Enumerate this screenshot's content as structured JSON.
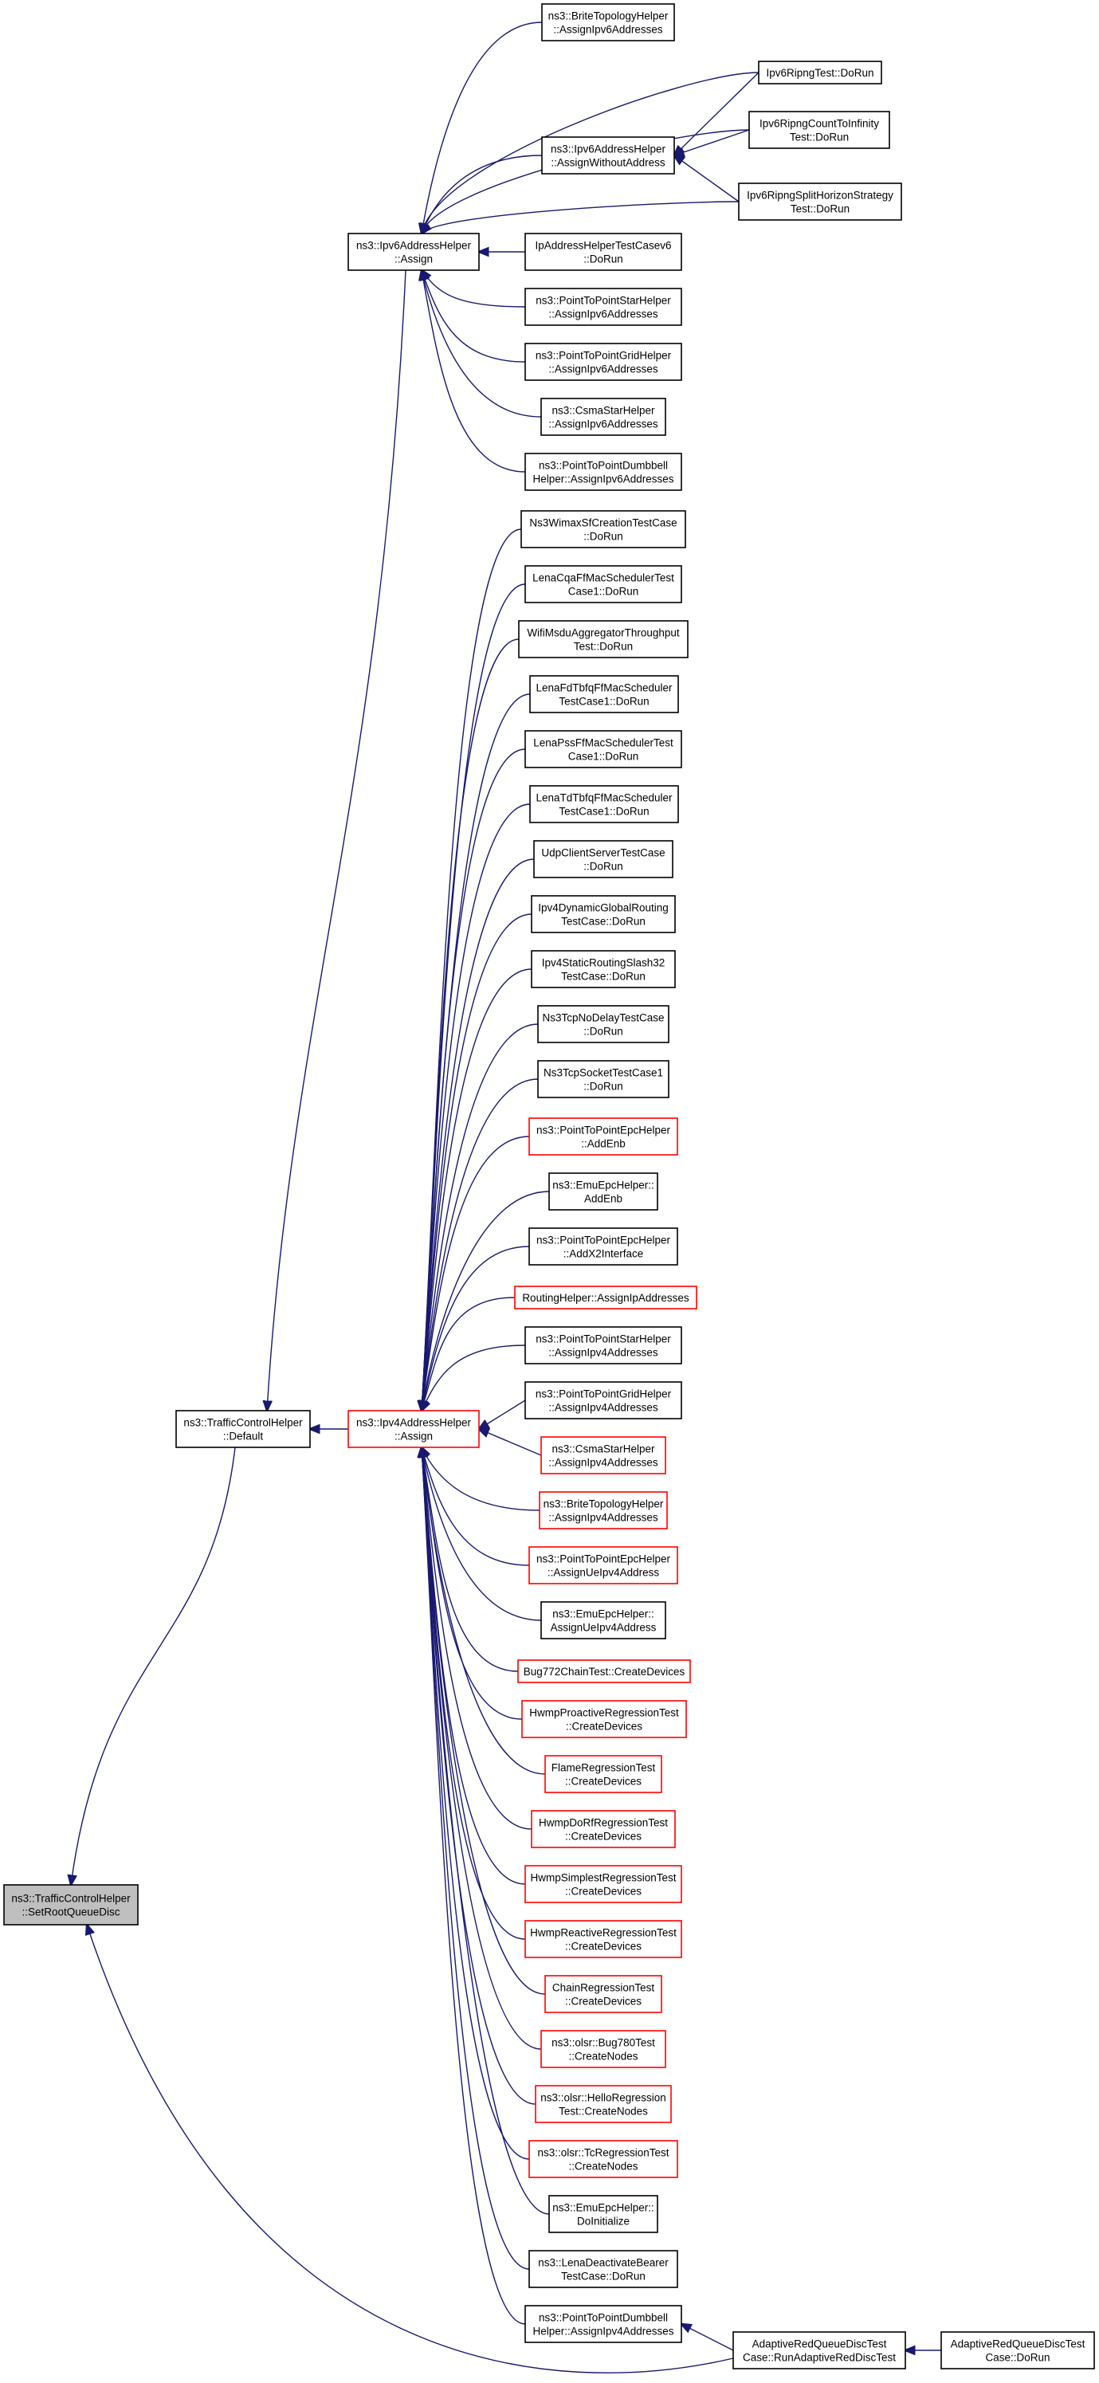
{
  "colors": {
    "edge": "#191970",
    "black_border": "#000000",
    "red_border": "#ff0000",
    "root_fill": "#bfbfbf",
    "node_fill": "#ffffff"
  },
  "nodes": [
    {
      "id": "root",
      "lines": [
        "ns3::TrafficControlHelper",
        "::SetRootQueueDisc"
      ],
      "border": "black",
      "fill": "grey"
    },
    {
      "id": "tch-default",
      "lines": [
        "ns3::TrafficControlHelper",
        "::Default"
      ],
      "border": "black"
    },
    {
      "id": "ipv6-assign",
      "lines": [
        "ns3::Ipv6AddressHelper",
        "::Assign"
      ],
      "border": "black"
    },
    {
      "id": "ipv4-assign",
      "lines": [
        "ns3::Ipv4AddressHelper",
        "::Assign"
      ],
      "border": "red"
    },
    {
      "id": "brite-ipv6",
      "lines": [
        "ns3::BriteTopologyHelper",
        "::AssignIpv6Addresses"
      ],
      "border": "black"
    },
    {
      "id": "ipv6-without",
      "lines": [
        "ns3::Ipv6AddressHelper",
        "::AssignWithoutAddress"
      ],
      "border": "black"
    },
    {
      "id": "ripng-test",
      "lines": [
        "Ipv6RipngTest::DoRun"
      ],
      "border": "black"
    },
    {
      "id": "ripng-count",
      "lines": [
        "Ipv6RipngCountToInfinity",
        "Test::DoRun"
      ],
      "border": "black"
    },
    {
      "id": "ripng-split",
      "lines": [
        "Ipv6RipngSplitHorizonStrategy",
        "Test::DoRun"
      ],
      "border": "black"
    },
    {
      "id": "ipaddr-v6",
      "lines": [
        "IpAddressHelperTestCasev6",
        "::DoRun"
      ],
      "border": "black"
    },
    {
      "id": "p2pstar-v6",
      "lines": [
        "ns3::PointToPointStarHelper",
        "::AssignIpv6Addresses"
      ],
      "border": "black"
    },
    {
      "id": "p2pgrid-v6",
      "lines": [
        "ns3::PointToPointGridHelper",
        "::AssignIpv6Addresses"
      ],
      "border": "black"
    },
    {
      "id": "csma-v6",
      "lines": [
        "ns3::CsmaStarHelper",
        "::AssignIpv6Addresses"
      ],
      "border": "black"
    },
    {
      "id": "dumbbell-v6",
      "lines": [
        "ns3::PointToPointDumbbell",
        "Helper::AssignIpv6Addresses"
      ],
      "border": "black"
    },
    {
      "id": "wimax",
      "lines": [
        "Ns3WimaxSfCreationTestCase",
        "::DoRun"
      ],
      "border": "black"
    },
    {
      "id": "lenacqa",
      "lines": [
        "LenaCqaFfMacSchedulerTest",
        "Case1::DoRun"
      ],
      "border": "black"
    },
    {
      "id": "wifimsdu",
      "lines": [
        "WifiMsduAggregatorThroughput",
        "Test::DoRun"
      ],
      "border": "black"
    },
    {
      "id": "lenafdtbfq",
      "lines": [
        "LenaFdTbfqFfMacScheduler",
        "TestCase1::DoRun"
      ],
      "border": "black"
    },
    {
      "id": "lenapss",
      "lines": [
        "LenaPssFfMacSchedulerTest",
        "Case1::DoRun"
      ],
      "border": "black"
    },
    {
      "id": "lenatdtbfq",
      "lines": [
        "LenaTdTbfqFfMacScheduler",
        "TestCase1::DoRun"
      ],
      "border": "black"
    },
    {
      "id": "udpcs",
      "lines": [
        "UdpClientServerTestCase",
        "::DoRun"
      ],
      "border": "black"
    },
    {
      "id": "ipv4dyn",
      "lines": [
        "Ipv4DynamicGlobalRouting",
        "TestCase::DoRun"
      ],
      "border": "black"
    },
    {
      "id": "ipv4static",
      "lines": [
        "Ipv4StaticRoutingSlash32",
        "TestCase::DoRun"
      ],
      "border": "black"
    },
    {
      "id": "tcpnodelay",
      "lines": [
        "Ns3TcpNoDelayTestCase",
        "::DoRun"
      ],
      "border": "black"
    },
    {
      "id": "tcpsocket",
      "lines": [
        "Ns3TcpSocketTestCase1",
        "::DoRun"
      ],
      "border": "black"
    },
    {
      "id": "p2pepc-addenb",
      "lines": [
        "ns3::PointToPointEpcHelper",
        "::AddEnb"
      ],
      "border": "red"
    },
    {
      "id": "emuepc-addenb",
      "lines": [
        "ns3::EmuEpcHelper::",
        "AddEnb"
      ],
      "border": "black"
    },
    {
      "id": "p2pepc-x2",
      "lines": [
        "ns3::PointToPointEpcHelper",
        "::AddX2Interface"
      ],
      "border": "black"
    },
    {
      "id": "routinghelper",
      "lines": [
        "RoutingHelper::AssignIpAddresses"
      ],
      "border": "red"
    },
    {
      "id": "p2pstar-v4",
      "lines": [
        "ns3::PointToPointStarHelper",
        "::AssignIpv4Addresses"
      ],
      "border": "black"
    },
    {
      "id": "p2pgrid-v4",
      "lines": [
        "ns3::PointToPointGridHelper",
        "::AssignIpv4Addresses"
      ],
      "border": "black"
    },
    {
      "id": "csma-v4",
      "lines": [
        "ns3::CsmaStarHelper",
        "::AssignIpv4Addresses"
      ],
      "border": "red"
    },
    {
      "id": "brite-v4",
      "lines": [
        "ns3::BriteTopologyHelper",
        "::AssignIpv4Addresses"
      ],
      "border": "red"
    },
    {
      "id": "p2pepc-ue",
      "lines": [
        "ns3::PointToPointEpcHelper",
        "::AssignUeIpv4Address"
      ],
      "border": "red"
    },
    {
      "id": "emuepc-ue",
      "lines": [
        "ns3::EmuEpcHelper::",
        "AssignUeIpv4Address"
      ],
      "border": "black"
    },
    {
      "id": "bug772",
      "lines": [
        "Bug772ChainTest::CreateDevices"
      ],
      "border": "red"
    },
    {
      "id": "hwmp-proactive",
      "lines": [
        "HwmpProactiveRegressionTest",
        "::CreateDevices"
      ],
      "border": "red"
    },
    {
      "id": "flame",
      "lines": [
        "FlameRegressionTest",
        "::CreateDevices"
      ],
      "border": "red"
    },
    {
      "id": "hwmp-dorf",
      "lines": [
        "HwmpDoRfRegressionTest",
        "::CreateDevices"
      ],
      "border": "red"
    },
    {
      "id": "hwmp-simplest",
      "lines": [
        "HwmpSimplestRegressionTest",
        "::CreateDevices"
      ],
      "border": "red"
    },
    {
      "id": "hwmp-reactive",
      "lines": [
        "HwmpReactiveRegressionTest",
        "::CreateDevices"
      ],
      "border": "red"
    },
    {
      "id": "chain",
      "lines": [
        "ChainRegressionTest",
        "::CreateDevices"
      ],
      "border": "red"
    },
    {
      "id": "olsr-bug780",
      "lines": [
        "ns3::olsr::Bug780Test",
        "::CreateNodes"
      ],
      "border": "red"
    },
    {
      "id": "olsr-hello",
      "lines": [
        "ns3::olsr::HelloRegression",
        "Test::CreateNodes"
      ],
      "border": "red"
    },
    {
      "id": "olsr-tc",
      "lines": [
        "ns3::olsr::TcRegressionTest",
        "::CreateNodes"
      ],
      "border": "red"
    },
    {
      "id": "emuepc-doinit",
      "lines": [
        "ns3::EmuEpcHelper::",
        "DoInitialize"
      ],
      "border": "black"
    },
    {
      "id": "lenadeact",
      "lines": [
        "ns3::LenaDeactivateBearer",
        "TestCase::DoRun"
      ],
      "border": "black"
    },
    {
      "id": "dumbbell-v4",
      "lines": [
        "ns3::PointToPointDumbbell",
        "Helper::AssignIpv4Addresses"
      ],
      "border": "black"
    },
    {
      "id": "adaptive-run",
      "lines": [
        "AdaptiveRedQueueDiscTest",
        "Case::RunAdaptiveRedDiscTest"
      ],
      "border": "black"
    },
    {
      "id": "adaptive-dorun",
      "lines": [
        "AdaptiveRedQueueDiscTest",
        "Case::DoRun"
      ],
      "border": "black"
    }
  ]
}
